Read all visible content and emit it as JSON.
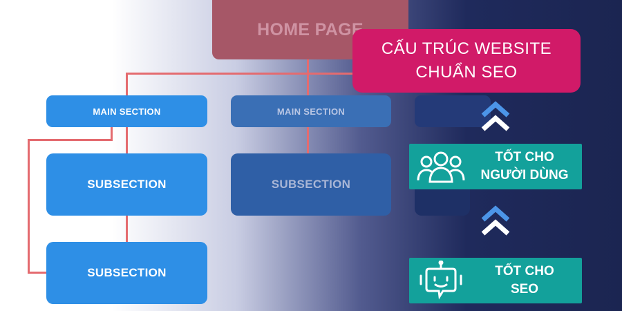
{
  "hierarchy": {
    "home_page": "HOME PAGE",
    "main_sections": [
      "MAIN SECTION",
      "MAIN SECTION"
    ],
    "subsections": [
      "SUBSECTION",
      "SUBSECTION",
      "SUBSECTION"
    ]
  },
  "title_card": {
    "line1": "CẤU TRÚC WEBSITE",
    "line2": "CHUẨN SEO"
  },
  "benefits": [
    {
      "line1": "TỐT CHO",
      "line2": "NGƯỜI DÙNG",
      "icon": "users-group-icon"
    },
    {
      "line1": "TỐT CHO",
      "line2": "SEO",
      "icon": "robot-icon"
    }
  ],
  "colors": {
    "title_card": "#d11a68",
    "benefit_bg": "#13a19b",
    "box_blue": "#2e8fe6",
    "connector": "#e46b6f",
    "home_page": "#a65767",
    "chevron": "#4c95e8"
  }
}
